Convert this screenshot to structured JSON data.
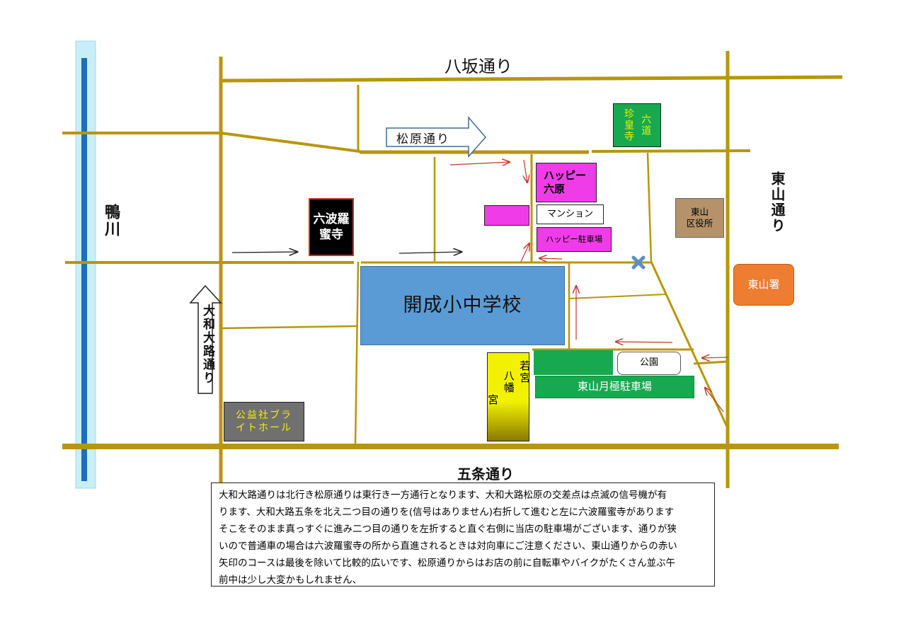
{
  "roads": {
    "yasaka": "八坂通り",
    "matsubara": "松原通り",
    "gojo": "五条通り",
    "higashiyama": "東山通り",
    "yamato_oji": "大和大路通り"
  },
  "river": {
    "name": "鴨川",
    "color": "#1a6fbf"
  },
  "places": {
    "rokuharamitsuji": "六波羅蜜寺",
    "school": "開成小中学校",
    "happy_rokuhara_line1": "ハッピー",
    "happy_rokuhara_line2": "六原",
    "mansion": "マンション",
    "happy_parking": "ハッピー駐車場",
    "chinkoji_line1": "六道",
    "chinkoji_line2": "珍皇寺",
    "ward_office_line1": "東山",
    "ward_office_line2": "区役所",
    "police": "東山署",
    "park": "公園",
    "tsukiboko_parking": "東山月極駐車場",
    "wakamiya_line1": "若宮",
    "wakamiya_line2": "八幡",
    "wakamiya_line3": "宮",
    "bright_hall_line1": "公益社ブラ",
    "bright_hall_line2": "イトホール"
  },
  "colors": {
    "road": "#b8960c",
    "school": "#5b9bd5",
    "magenta": "#f03ce8",
    "green": "#18a850",
    "police": "#ed7d31",
    "ward_office": "#b5926a",
    "yellow": "#f2f200",
    "gray": "#707070",
    "route_arrow": "#c0392b"
  },
  "notice": {
    "line1": "大和大路通りは北行き松原通りは東行き一方通行となります、大和大路松原の交差点は点滅の信号機が有",
    "line2": "ります、大和大路五条を北え二つ目の通りを(信号はありません)右折して進むと左に六波羅蜜寺があります",
    "line3": "そこをそのまま真っすぐに進み二つ目の通りを左折すると直ぐ右側に当店の駐車場がございます、通りが狭",
    "line4": "いので普通車の場合は六波羅蜜寺の所から直進されるときは対向車にご注意ください、東山通りからの赤い",
    "line5": "矢印のコースは最後を除いて比較的広いです、松原通りからはお店の前に自転車やバイクがたくさん並ぶ午",
    "line6": "前中は少し大変かもしれません、"
  }
}
